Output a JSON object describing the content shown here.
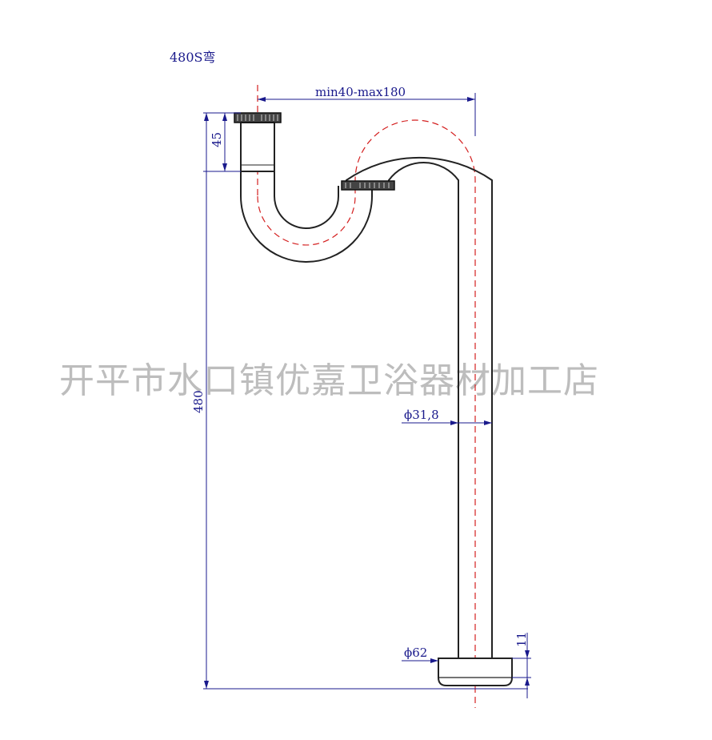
{
  "title": "480S弯",
  "watermark": "开平市水口镇优嘉卫浴器材加工店",
  "dimensions": {
    "width_range": "min40-max180",
    "inlet_height": "45",
    "total_height": "480",
    "pipe_diameter": "ϕ31,8",
    "flange_diameter": "ϕ62",
    "flange_height": "11"
  },
  "colors": {
    "dimension": "#1a1a8c",
    "centerline": "#d42020",
    "outline": "#222222",
    "watermark": "#bdbdbd"
  }
}
